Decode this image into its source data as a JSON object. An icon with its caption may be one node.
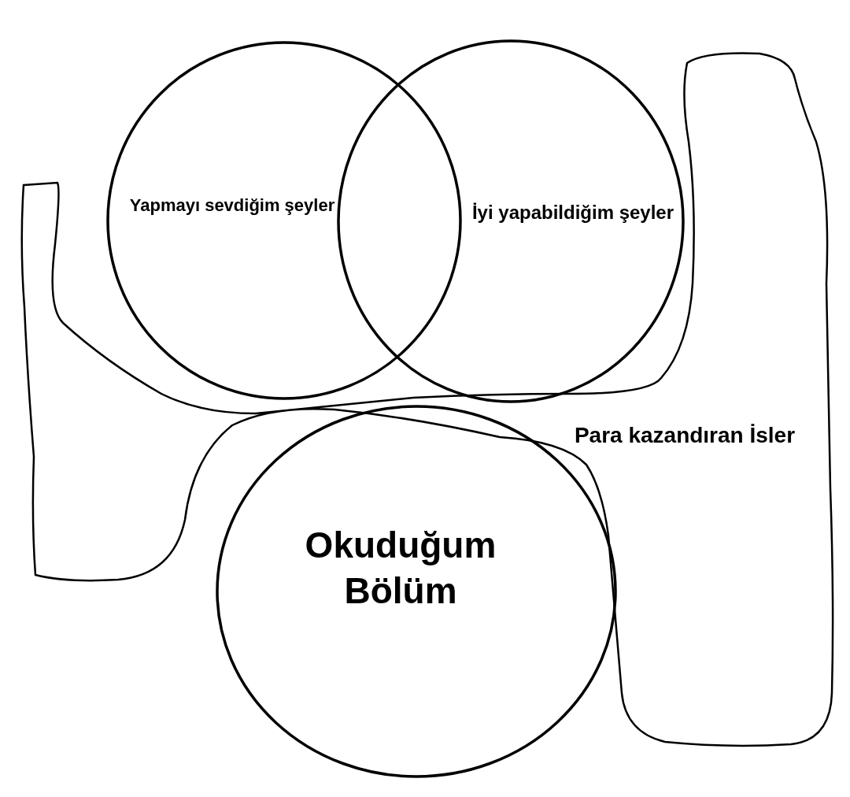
{
  "diagram": {
    "nodes": [
      {
        "text": [
          "Yapmayı sevdiğim şeyler"
        ]
      },
      {
        "text": [
          "İyi yapabildiğim şeyler"
        ]
      },
      {
        "text": [
          "Para kazandıran İsler"
        ]
      },
      {
        "text": [
          "Okuduğum Bölüm"
        ]
      }
    ]
  }
}
